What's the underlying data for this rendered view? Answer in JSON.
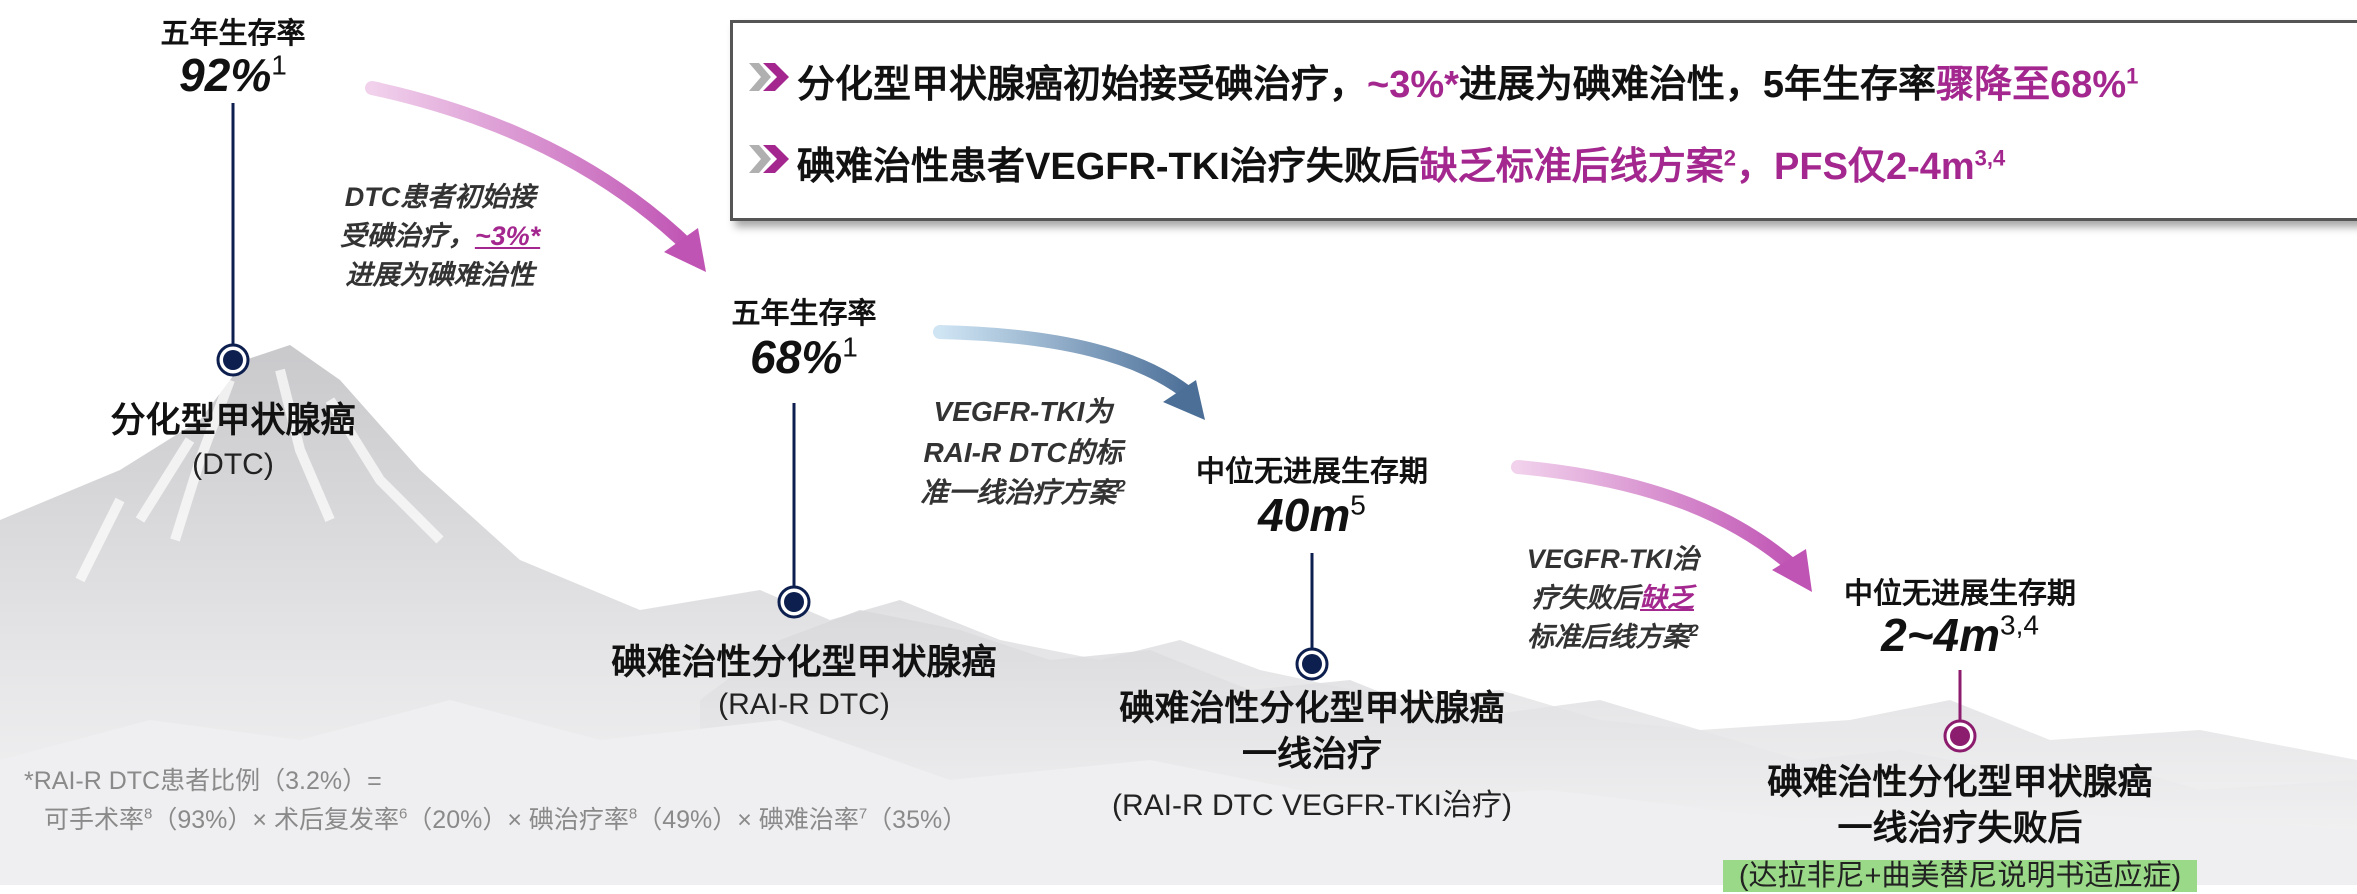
{
  "callout": {
    "line1_a": "分化型甲状腺癌初始接受碘治疗，",
    "line1_b": "~3%*",
    "line1_c": "进展为碘难治性，5年生存率",
    "line1_d": "骤降至68%",
    "line1_sup": "1",
    "line2_a": "碘难治性患者VEGFR-TKI治疗失败后",
    "line2_b": "缺乏标准后线方案",
    "line2_sup1": "2",
    "line2_c": "，PFS仅2-4m",
    "line2_sup2": "3,4"
  },
  "stage1": {
    "label": "五年生存率",
    "value": "92%",
    "sup": "1",
    "name": "分化型甲状腺癌",
    "sub": "(DTC)"
  },
  "anno1": {
    "l1": "DTC患者初始接",
    "l2a": "受碘治疗，",
    "l2b": "~3%*",
    "l3": "进展为碘难治性"
  },
  "stage2": {
    "label": "五年生存率",
    "value": "68%",
    "sup": "1",
    "name": "碘难治性分化型甲状腺癌",
    "sub": "(RAI-R DTC)"
  },
  "anno2": {
    "l1": "VEGFR-TKI为",
    "l2": "RAI-R DTC的标",
    "l3": "准一线治疗方案",
    "sup": "2"
  },
  "stage3": {
    "label": "中位无进展生存期",
    "value": "40m",
    "sup": "5",
    "name1": "碘难治性分化型甲状腺癌",
    "name2": "一线治疗",
    "sub": "(RAI-R DTC VEGFR-TKI治疗)"
  },
  "anno3": {
    "l1": "VEGFR-TKI治",
    "l2a": "疗失败后",
    "l2b": "缺乏",
    "l3": "标准后线方案",
    "sup": "2"
  },
  "stage4": {
    "label": "中位无进展生存期",
    "value": "2~4m",
    "sup": "3,4",
    "name1": "碘难治性分化型甲状腺癌",
    "name2": "一线治疗失败后",
    "sub": "(达拉非尼+曲美替尼说明书适应症)"
  },
  "footnote": {
    "l1": "*RAI-R DTC患者比例（3.2%）=",
    "p1": "可手术率",
    "s1": "8",
    "v1": "（93%）× 术后复发率",
    "s2": "6",
    "v2": "（20%）× 碘治疗率",
    "s3": "8",
    "v3": "（49%）× 碘难治率",
    "s4": "7",
    "v4": "（35%）"
  },
  "colors": {
    "accent_purple": "#a3278e",
    "dot_navy": "#0d1f4f",
    "dot_purple": "#8c1d6e",
    "highlight_green": "#9ad987"
  }
}
